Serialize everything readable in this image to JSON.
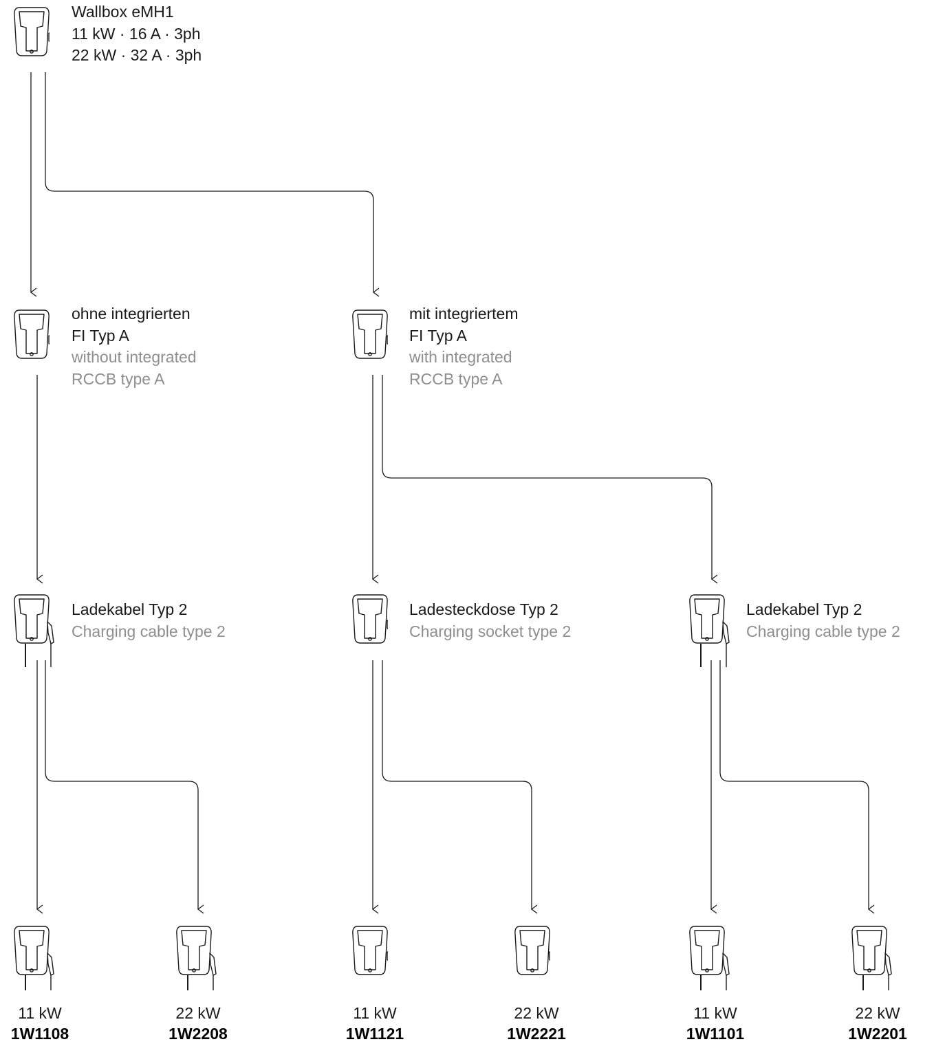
{
  "root": {
    "title": "Wallbox eMH1",
    "spec_11": "11 kW · 16 A · 3ph",
    "spec_22": "22 kW · 32 A · 3ph",
    "icon": "wallbox-icon"
  },
  "level1": [
    {
      "de_1": "ohne integrierten",
      "de_2": "FI Typ A",
      "en_1": "without integrated",
      "en_2": "RCCB type A",
      "icon": "wallbox-icon"
    },
    {
      "de_1": "mit integriertem",
      "de_2": "FI Typ A",
      "en_1": "with integrated",
      "en_2": "RCCB type A",
      "icon": "wallbox-icon"
    }
  ],
  "level2": [
    {
      "de": "Ladekabel Typ 2",
      "en": "Charging cable type 2",
      "icon": "wallbox-cable-icon"
    },
    {
      "de": "Ladesteckdose Typ 2",
      "en": "Charging socket type 2",
      "icon": "wallbox-socket-icon"
    },
    {
      "de": "Ladekabel Typ 2",
      "en": "Charging cable type 2",
      "icon": "wallbox-cable-icon"
    }
  ],
  "leaves": [
    {
      "power": "11 kW",
      "code": "1W1108",
      "icon": "wallbox-cable-icon"
    },
    {
      "power": "22 kW",
      "code": "1W2208",
      "icon": "wallbox-cable-icon"
    },
    {
      "power": "11 kW",
      "code": "1W1121",
      "icon": "wallbox-socket-icon"
    },
    {
      "power": "22 kW",
      "code": "1W2221",
      "icon": "wallbox-socket-icon"
    },
    {
      "power": "11 kW",
      "code": "1W1101",
      "icon": "wallbox-cable-icon"
    },
    {
      "power": "22 kW",
      "code": "1W2201",
      "icon": "wallbox-cable-icon"
    }
  ],
  "colors": {
    "primary_text": "#1a1a1a",
    "secondary_text": "#8f8f8f",
    "line": "#1a1a1a"
  }
}
